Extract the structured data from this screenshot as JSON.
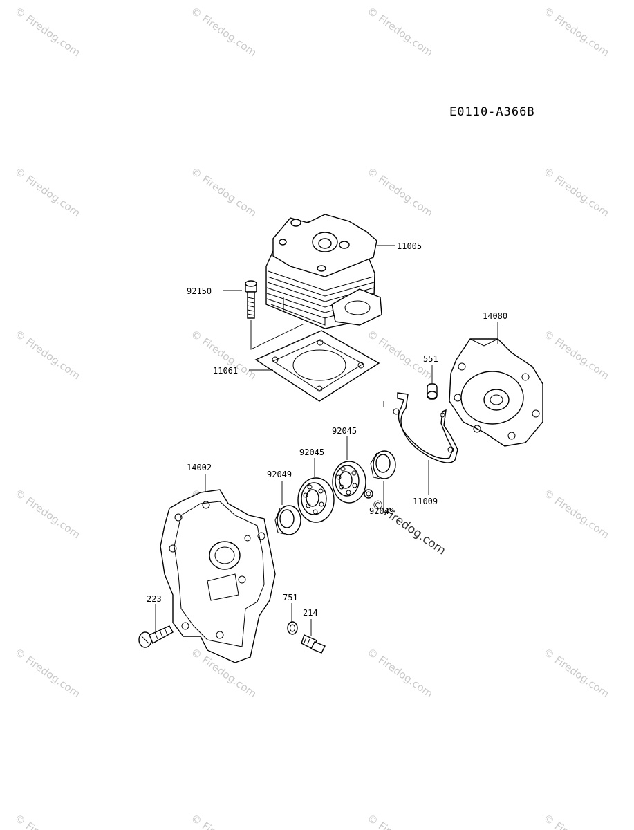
{
  "diagram_code": "E0110-A366B",
  "watermark_text": "Firedog.com",
  "watermark_symbol": "©",
  "parts": {
    "cylinder": "11005",
    "bolt_92150": "92150",
    "gasket": "11061",
    "crankcase_right": "14080",
    "pin": "551",
    "gasket_crankcase": "11009",
    "bearing_upper": "92045",
    "bearing_lower": "92045",
    "oil_seal_left": "92049",
    "oil_seal_right": "92049",
    "crankcase_left": "14002",
    "screw_223": "223",
    "washer_751": "751",
    "bolt_214": "214"
  }
}
